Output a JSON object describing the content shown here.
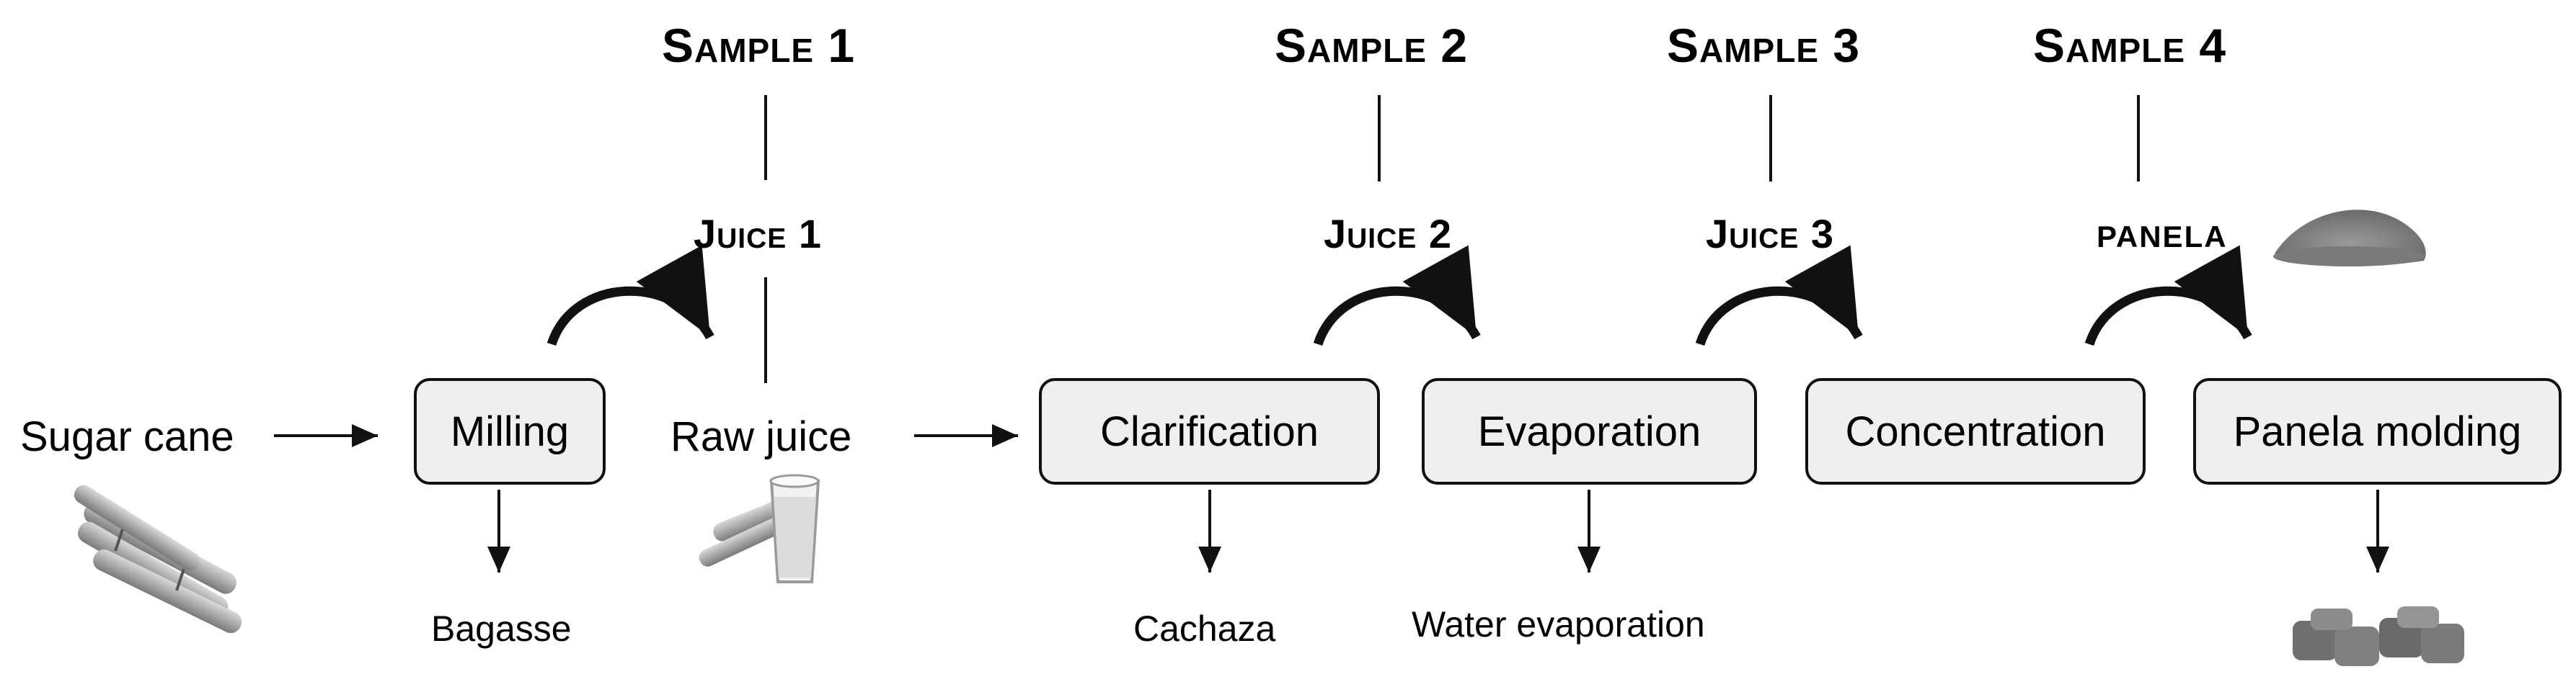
{
  "samples": [
    "Sample 1",
    "Sample 2",
    "Sample 3",
    "Sample 4"
  ],
  "juices": [
    "Juice 1",
    "Juice 2",
    "Juice 3",
    "PANELA"
  ],
  "inputs": {
    "sugar_cane": "Sugar cane",
    "raw_juice": "Raw juice"
  },
  "steps": [
    "Milling",
    "Clarification",
    "Evaporation",
    "Concentration",
    "Panela molding"
  ],
  "byproducts": [
    "Bagasse",
    "Cachaza",
    "Water evaporation"
  ],
  "icons": [
    "sugar-cane-icon",
    "juice-glass-icon",
    "panela-powder-icon",
    "panela-blocks-icon"
  ],
  "colors": {
    "box_fill": "#efefef",
    "stroke": "#111111"
  }
}
